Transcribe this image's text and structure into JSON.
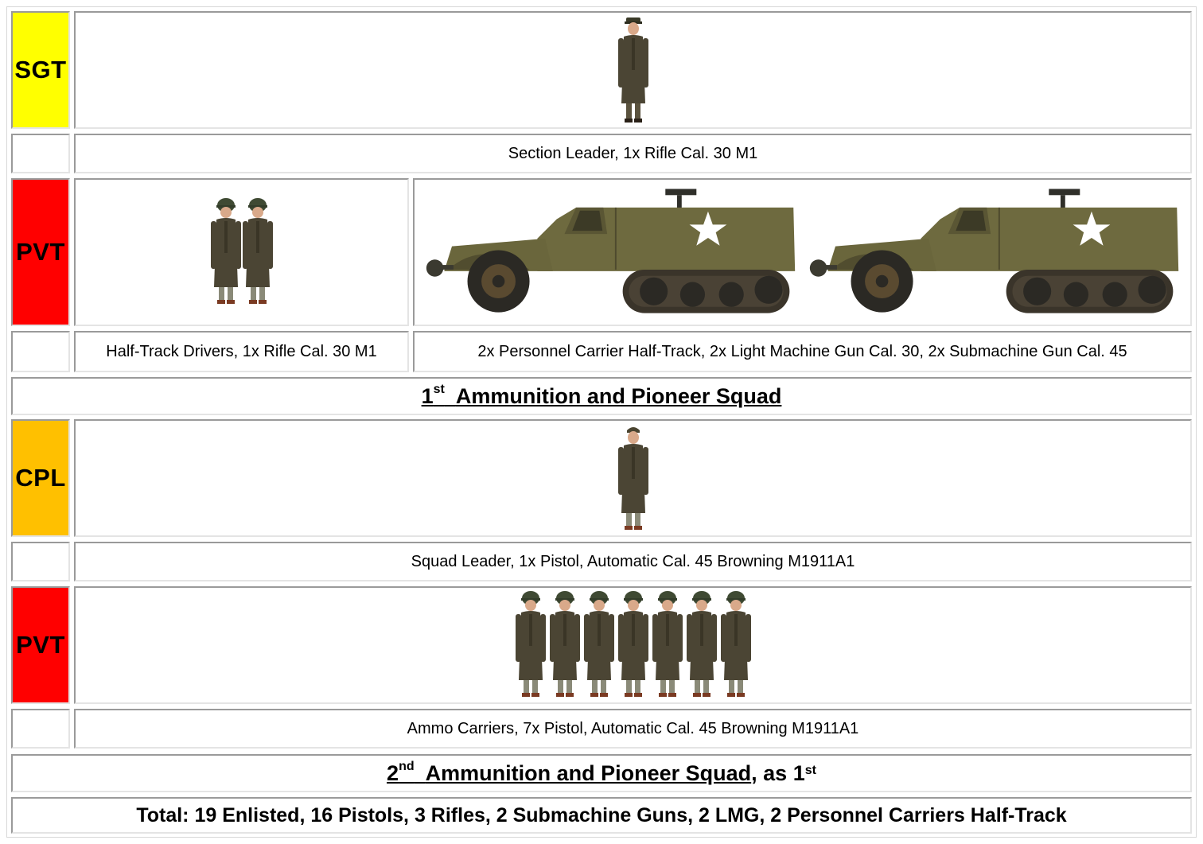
{
  "colors": {
    "sgt": "#ffff00",
    "pvt": "#ff0000",
    "cpl": "#ffc000"
  },
  "ranks": {
    "sgt": "SGT",
    "pvt1": "PVT",
    "cpl": "CPL",
    "pvt2": "PVT"
  },
  "captions": {
    "section_leader": "Section Leader, 1x Rifle Cal. 30 M1",
    "drivers": "Half-Track Drivers, 1x Rifle Cal. 30 M1",
    "halftracks": "2x Personnel Carrier Half-Track, 2x Light Machine Gun Cal. 30, 2x Submachine Gun Cal. 45",
    "squad_leader": "Squad Leader, 1x Pistol, Automatic  Cal. 45 Browning M1911A1",
    "ammo_carriers": "Ammo Carriers, 7x Pistol, Automatic  Cal. 45 Browning M1911A1"
  },
  "heading1": {
    "num": "1",
    "sup": "st",
    "title": "Ammunition and Pioneer Squad"
  },
  "heading2": {
    "num": "2",
    "sup": "nd",
    "title": "Ammunition and Pioneer Squad",
    "suffix": ", as 1",
    "suffix_sup": "st"
  },
  "total": "Total: 19 Enlisted, 16 Pistols, 3 Rifles, 2 Submachine Guns, 2 LMG, 2 Personnel Carriers Half-Track"
}
